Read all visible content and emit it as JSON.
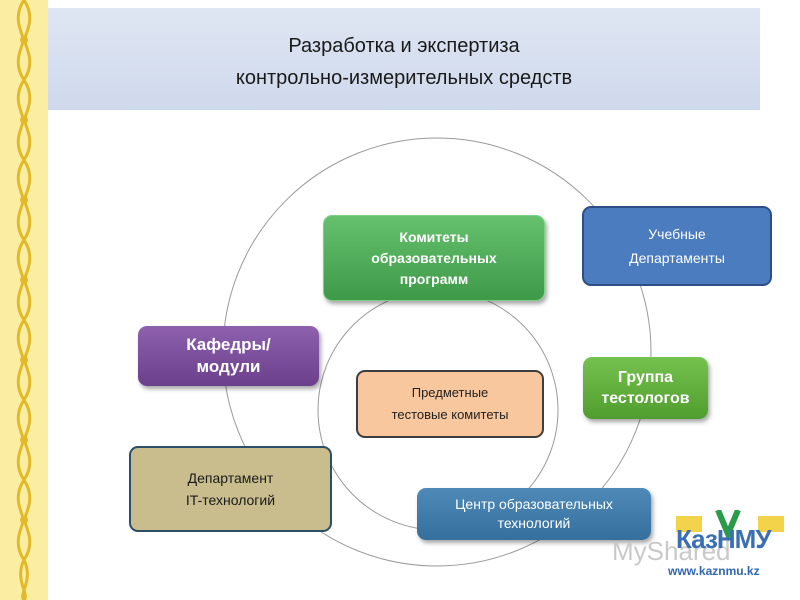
{
  "title": {
    "line1": "Разработка и экспертиза",
    "line2": "контрольно-измерительных средств"
  },
  "nodes": {
    "committees": [
      "Комитеты",
      "образовательных",
      "программ"
    ],
    "departments": [
      "Учебные",
      "Департаменты"
    ],
    "chairs": [
      "Кафедры/",
      "модули"
    ],
    "subject_committees": [
      "Предметные",
      "тестовые  комитеты"
    ],
    "testologists": [
      "Группа",
      "тестологов"
    ],
    "it_department": [
      "Департамент",
      "IT-технологий"
    ],
    "edtech_center": [
      "Центр образовательных",
      "технологий"
    ]
  },
  "watermark": "MyShared",
  "logo": {
    "name": "КазНМУ",
    "url": "www.kaznmu.kz"
  }
}
